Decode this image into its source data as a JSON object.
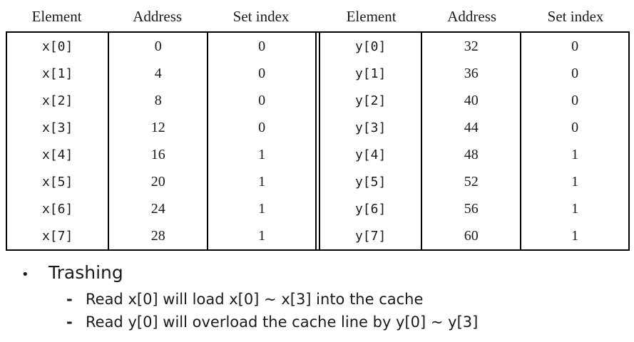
{
  "table": {
    "headers": [
      "Element",
      "Address",
      "Set index"
    ],
    "x_rows": [
      [
        "x[0]",
        "0",
        "0"
      ],
      [
        "x[1]",
        "4",
        "0"
      ],
      [
        "x[2]",
        "8",
        "0"
      ],
      [
        "x[3]",
        "12",
        "0"
      ],
      [
        "x[4]",
        "16",
        "1"
      ],
      [
        "x[5]",
        "20",
        "1"
      ],
      [
        "x[6]",
        "24",
        "1"
      ],
      [
        "x[7]",
        "28",
        "1"
      ]
    ],
    "y_rows": [
      [
        "y[0]",
        "32",
        "0"
      ],
      [
        "y[1]",
        "36",
        "0"
      ],
      [
        "y[2]",
        "40",
        "0"
      ],
      [
        "y[3]",
        "44",
        "0"
      ],
      [
        "y[4]",
        "48",
        "1"
      ],
      [
        "y[5]",
        "52",
        "1"
      ],
      [
        "y[6]",
        "56",
        "1"
      ],
      [
        "y[7]",
        "60",
        "1"
      ]
    ]
  },
  "notes": {
    "bullet_marker": "•",
    "dash_marker": "-",
    "title": "Trashing",
    "items": [
      "Read x[0] will load x[0] ~ x[3] into the cache",
      "Read y[0] will overload the cache line by y[0] ~ y[3]"
    ]
  },
  "colors": {
    "text": "#1a1a1a",
    "border": "#000000",
    "background": "#ffffff"
  }
}
